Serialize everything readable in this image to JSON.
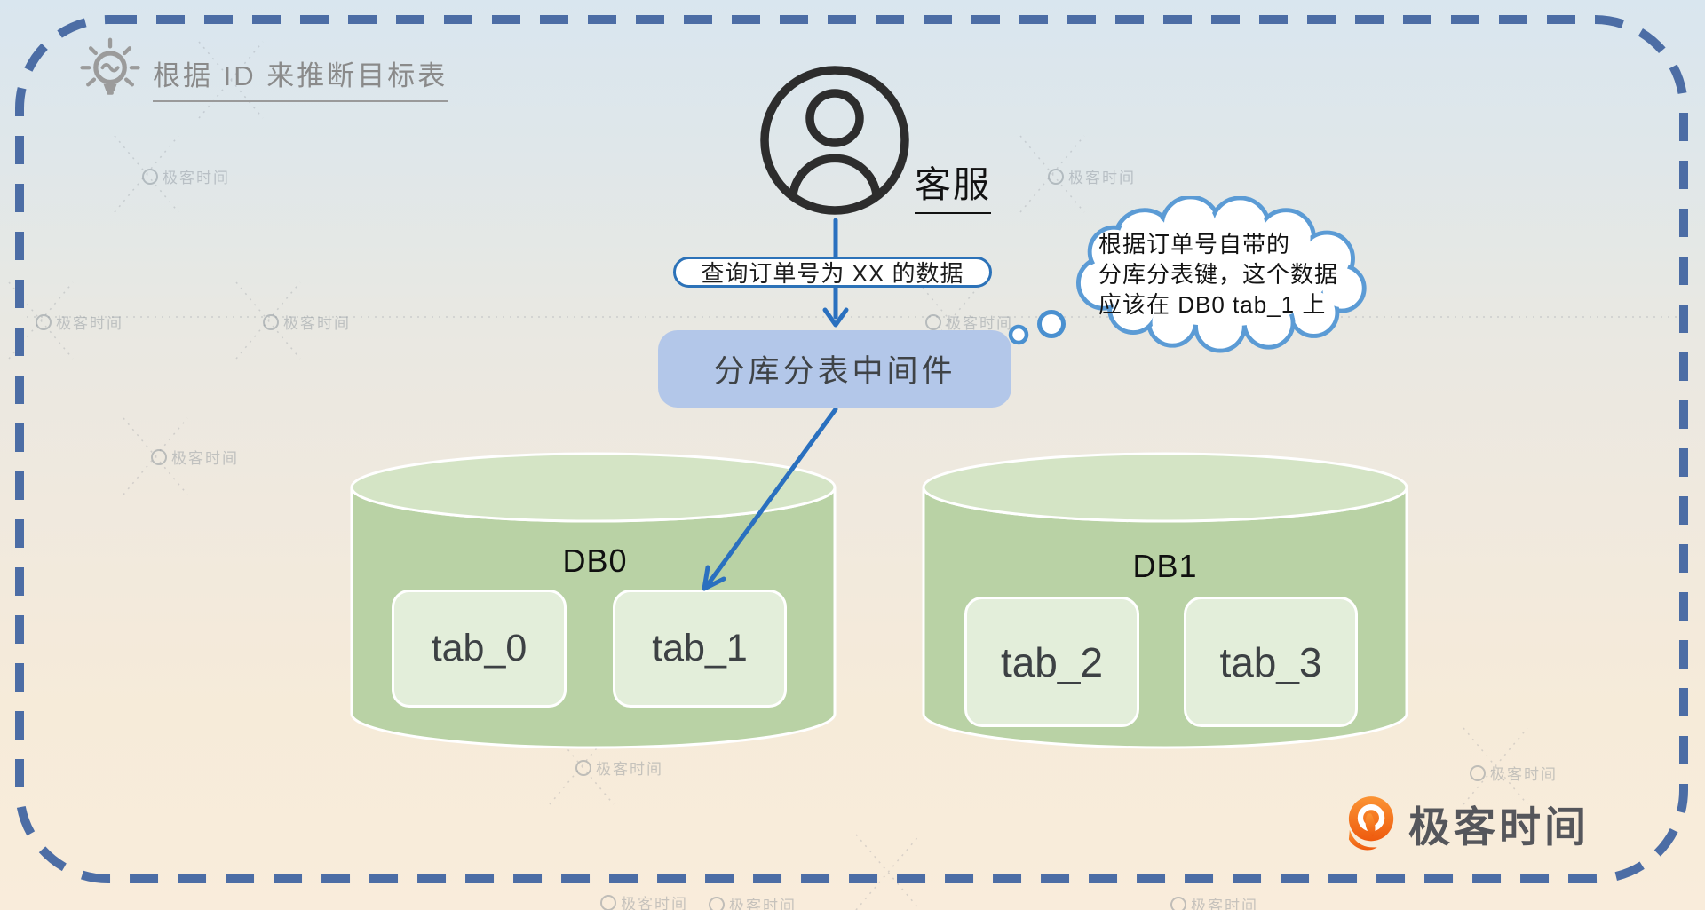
{
  "title": "根据 ID 来推断目标表",
  "actor": {
    "label": "客服",
    "icon": "person-icon"
  },
  "flow": {
    "query_pill": "查询订单号为 XX 的数据",
    "middleware": "分库分表中间件",
    "thought": {
      "line1": "根据订单号自带的",
      "line2": "分库分表键，这个数据",
      "line3": "应该在 DB0 tab_1 上"
    }
  },
  "databases": [
    {
      "name": "DB0",
      "tables": [
        "tab_0",
        "tab_1"
      ]
    },
    {
      "name": "DB1",
      "tables": [
        "tab_2",
        "tab_3"
      ]
    }
  ],
  "branding": {
    "logo_text": "极客时间",
    "watermark_text": "极客时间"
  },
  "icons": {
    "idea": "lightbulb-icon",
    "logo": "geektime-logo"
  },
  "colors": {
    "border_dash": "#4c6da5",
    "arrow_blue": "#2a70bf",
    "cloud_stroke": "#5b9bd5",
    "middleware_fill": "#b3c7e9",
    "cylinder_body": "#b9d2a5",
    "cylinder_top": "#d4e4c5",
    "tab_fill": "#e3eeda",
    "logo_orange": "#f06a12",
    "bg_top": "#d9e6ef",
    "bg_bottom": "#f9ecdb"
  }
}
